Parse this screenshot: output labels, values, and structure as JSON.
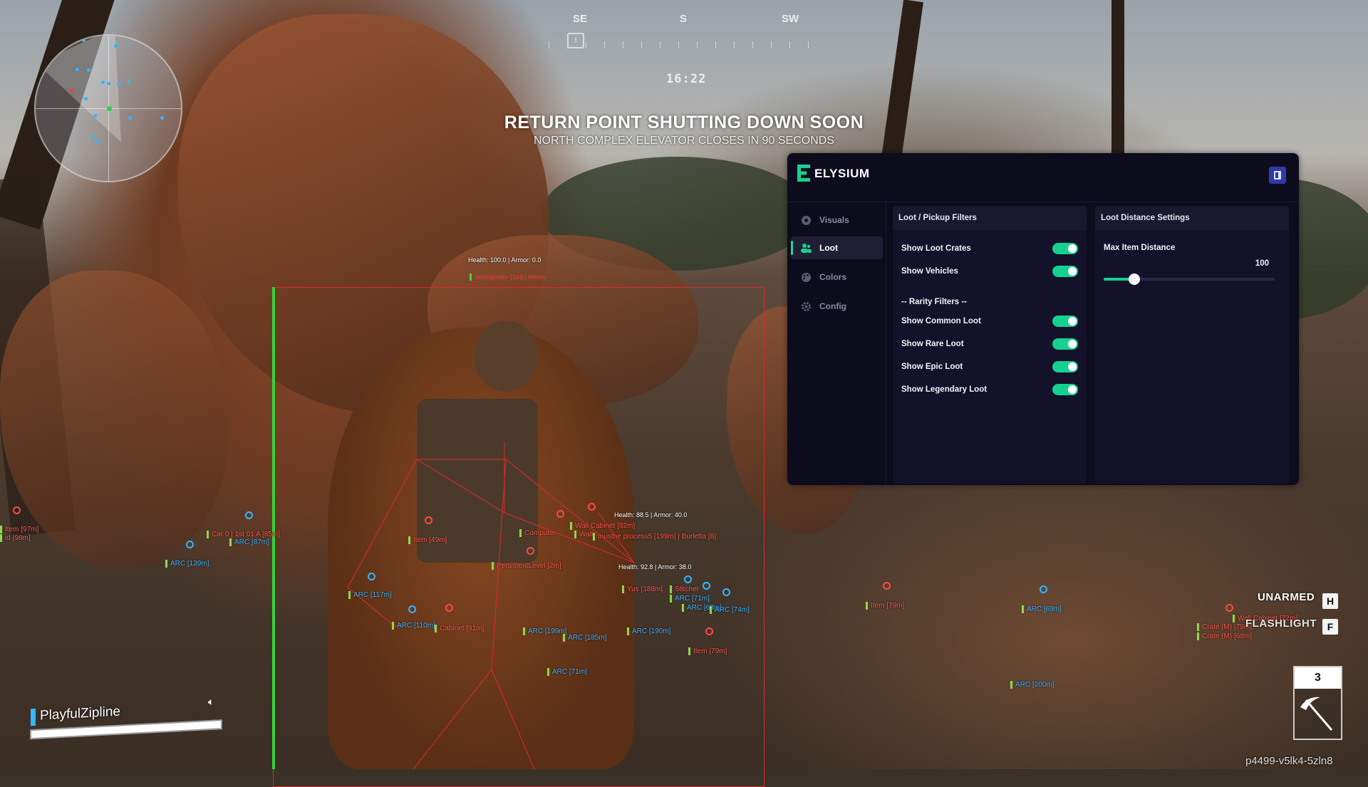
{
  "compass": {
    "left": "SE",
    "center": "S",
    "right": "SW"
  },
  "clock": "16:22",
  "alert": {
    "title": "RETURN POINT SHUTTING DOWN SOON",
    "subtitle": "NORTH COMPLEX ELEVATOR CLOSES IN 90 SECONDS"
  },
  "esp": {
    "target1": {
      "info": "Health: 100.0 | Armor: 0.0",
      "name": "obnoglingor [1m] | Melee"
    },
    "target2": {
      "info": "Health: 88.5 | Armor: 40.0"
    },
    "target3": {
      "info": "Health: 92.8 | Armor: 38.0"
    },
    "labels": [
      {
        "text": "Item [97m]",
        "color": "red"
      },
      {
        "text": "id [98m]",
        "color": "red"
      },
      {
        "text": "Car 0 | 1st 01 A [85m]",
        "color": "red"
      },
      {
        "text": "ARC [87m]",
        "color": "blue"
      },
      {
        "text": "ARC [139m]",
        "color": "blue"
      },
      {
        "text": "Item [49m]",
        "color": "red"
      },
      {
        "text": "Computer",
        "color": "red"
      },
      {
        "text": "Wall Cabinet [82m]",
        "color": "red"
      },
      {
        "text": "Wall",
        "color": "red"
      },
      {
        "text": "Inusthe process5 [199m] | Burletta [8]",
        "color": "red"
      },
      {
        "text": "PersistentLevel [2m]",
        "color": "red"
      },
      {
        "text": "ARC [117m]",
        "color": "blue"
      },
      {
        "text": "Yus [188m]",
        "color": "red"
      },
      {
        "text": "Stitcher",
        "color": "red"
      },
      {
        "text": "ARC [71m]",
        "color": "blue"
      },
      {
        "text": "ARC [63m]",
        "color": "blue"
      },
      {
        "text": "ARC [74m]",
        "color": "blue"
      },
      {
        "text": "ARC [110m]",
        "color": "blue"
      },
      {
        "text": "Cabinet [91m]",
        "color": "red"
      },
      {
        "text": "ARC [199m]",
        "color": "blue"
      },
      {
        "text": "ARC [185m]",
        "color": "blue"
      },
      {
        "text": "ARC [190m]",
        "color": "blue"
      },
      {
        "text": "Item [79m]",
        "color": "red"
      },
      {
        "text": "ARC [71m]",
        "color": "blue"
      },
      {
        "text": "Item [79m]",
        "color": "red"
      },
      {
        "text": "ARC [69m]",
        "color": "blue"
      },
      {
        "text": "ARC [200m]",
        "color": "blue"
      },
      {
        "text": "Wall Cabinet [72m]",
        "color": "red"
      },
      {
        "text": "Crate (M) [79m]",
        "color": "red"
      },
      {
        "text": "Crate (M) [68m]",
        "color": "red"
      }
    ]
  },
  "player": {
    "name": "PlayfulZipline"
  },
  "weapon_hints": [
    {
      "label": "UNARMED",
      "key": "H"
    },
    {
      "label": "FLASHLIGHT",
      "key": "F"
    }
  ],
  "slot": {
    "number": "3"
  },
  "build_id": "p4499-v5lk4-5zln8",
  "panel": {
    "brand": "ELYSIUM",
    "accent": "#17d08f",
    "nav": [
      {
        "label": "Visuals",
        "icon": "eye-icon"
      },
      {
        "label": "Loot",
        "icon": "users-icon",
        "active": true
      },
      {
        "label": "Colors",
        "icon": "palette-icon"
      },
      {
        "label": "Config",
        "icon": "gear-icon"
      }
    ],
    "filters": {
      "title": "Loot / Pickup Filters",
      "show_loot_crates": {
        "label": "Show Loot Crates",
        "on": true
      },
      "show_vehicles": {
        "label": "Show Vehicles",
        "on": true
      },
      "rarity_header": "-- Rarity Filters --",
      "show_common": {
        "label": "Show Common Loot",
        "on": true
      },
      "show_rare": {
        "label": "Show Rare Loot",
        "on": true
      },
      "show_epic": {
        "label": "Show Epic Loot",
        "on": true
      },
      "show_legendary": {
        "label": "Show Legendary Loot",
        "on": true
      }
    },
    "distance": {
      "title": "Loot Distance Settings",
      "max_item_label": "Max Item Distance",
      "max_item_value": "100",
      "slider_fraction": 0.18
    }
  }
}
